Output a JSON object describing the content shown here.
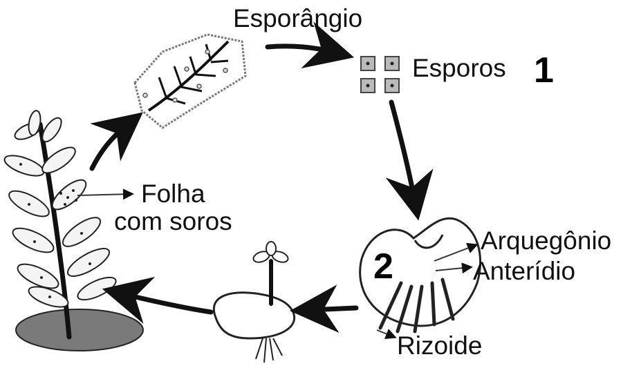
{
  "labels": {
    "sporangium": "Esporângio",
    "spores": "Esporos",
    "leaf_with_sori_line1": "Folha",
    "leaf_with_sori_line2": "com soros",
    "archegonium": "Arquegônio",
    "antheridium": "Anterídio",
    "rhizoid": "Rizoide"
  },
  "markers": {
    "step_1": "1",
    "step_2": "2"
  },
  "colors": {
    "ink": "#111111",
    "soil": "#7a7a7a",
    "background": "#ffffff"
  }
}
